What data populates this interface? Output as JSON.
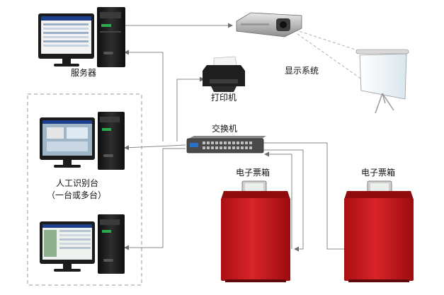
{
  "labels": {
    "server": "服务器",
    "printer": "打印机",
    "display_system": "显示系统",
    "switch": "交换机",
    "ballot_box_1": "电子票箱",
    "ballot_box_2": "电子票箱",
    "manual_station": "人工识别台",
    "manual_station_note": "（一台或多台）"
  },
  "colors": {
    "box_red": "#c8181b",
    "connector": "#8a8a8a",
    "dashed_group": "#9a9a9a",
    "monitor_screen": "#3a6fb0",
    "tower": "#1c1c1c"
  },
  "icons": {
    "screen": "application-window",
    "tower": "pc-tower",
    "projector": "projector",
    "screen_stand": "projection-screen",
    "printer": "printer",
    "switch": "network-switch",
    "ballot_box": "electronic-ballot-box"
  }
}
